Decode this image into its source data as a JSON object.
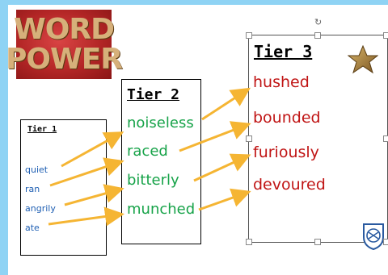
{
  "logo": {
    "line1": "WORD",
    "line2": "POWER"
  },
  "tier1": {
    "title": "Tier 1",
    "words": [
      "quiet",
      "ran",
      "angrily",
      "ate"
    ]
  },
  "tier2": {
    "title": "Tier 2",
    "words": [
      "noiseless",
      "raced",
      "bitterly",
      "munched"
    ]
  },
  "tier3": {
    "title": "Tier 3",
    "words": [
      "hushed",
      "bounded",
      "furiously",
      "devoured"
    ]
  },
  "icons": {
    "star": "star-icon",
    "crest": "school-crest-icon",
    "rotate": "rotate-handle-icon"
  },
  "colors": {
    "frame": "#8fd3f4",
    "tier1_text": "#1f5fb3",
    "tier2_text": "#17a349",
    "tier3_text": "#c01414",
    "arrow": "#f5b533",
    "star": "#a07a3a"
  }
}
